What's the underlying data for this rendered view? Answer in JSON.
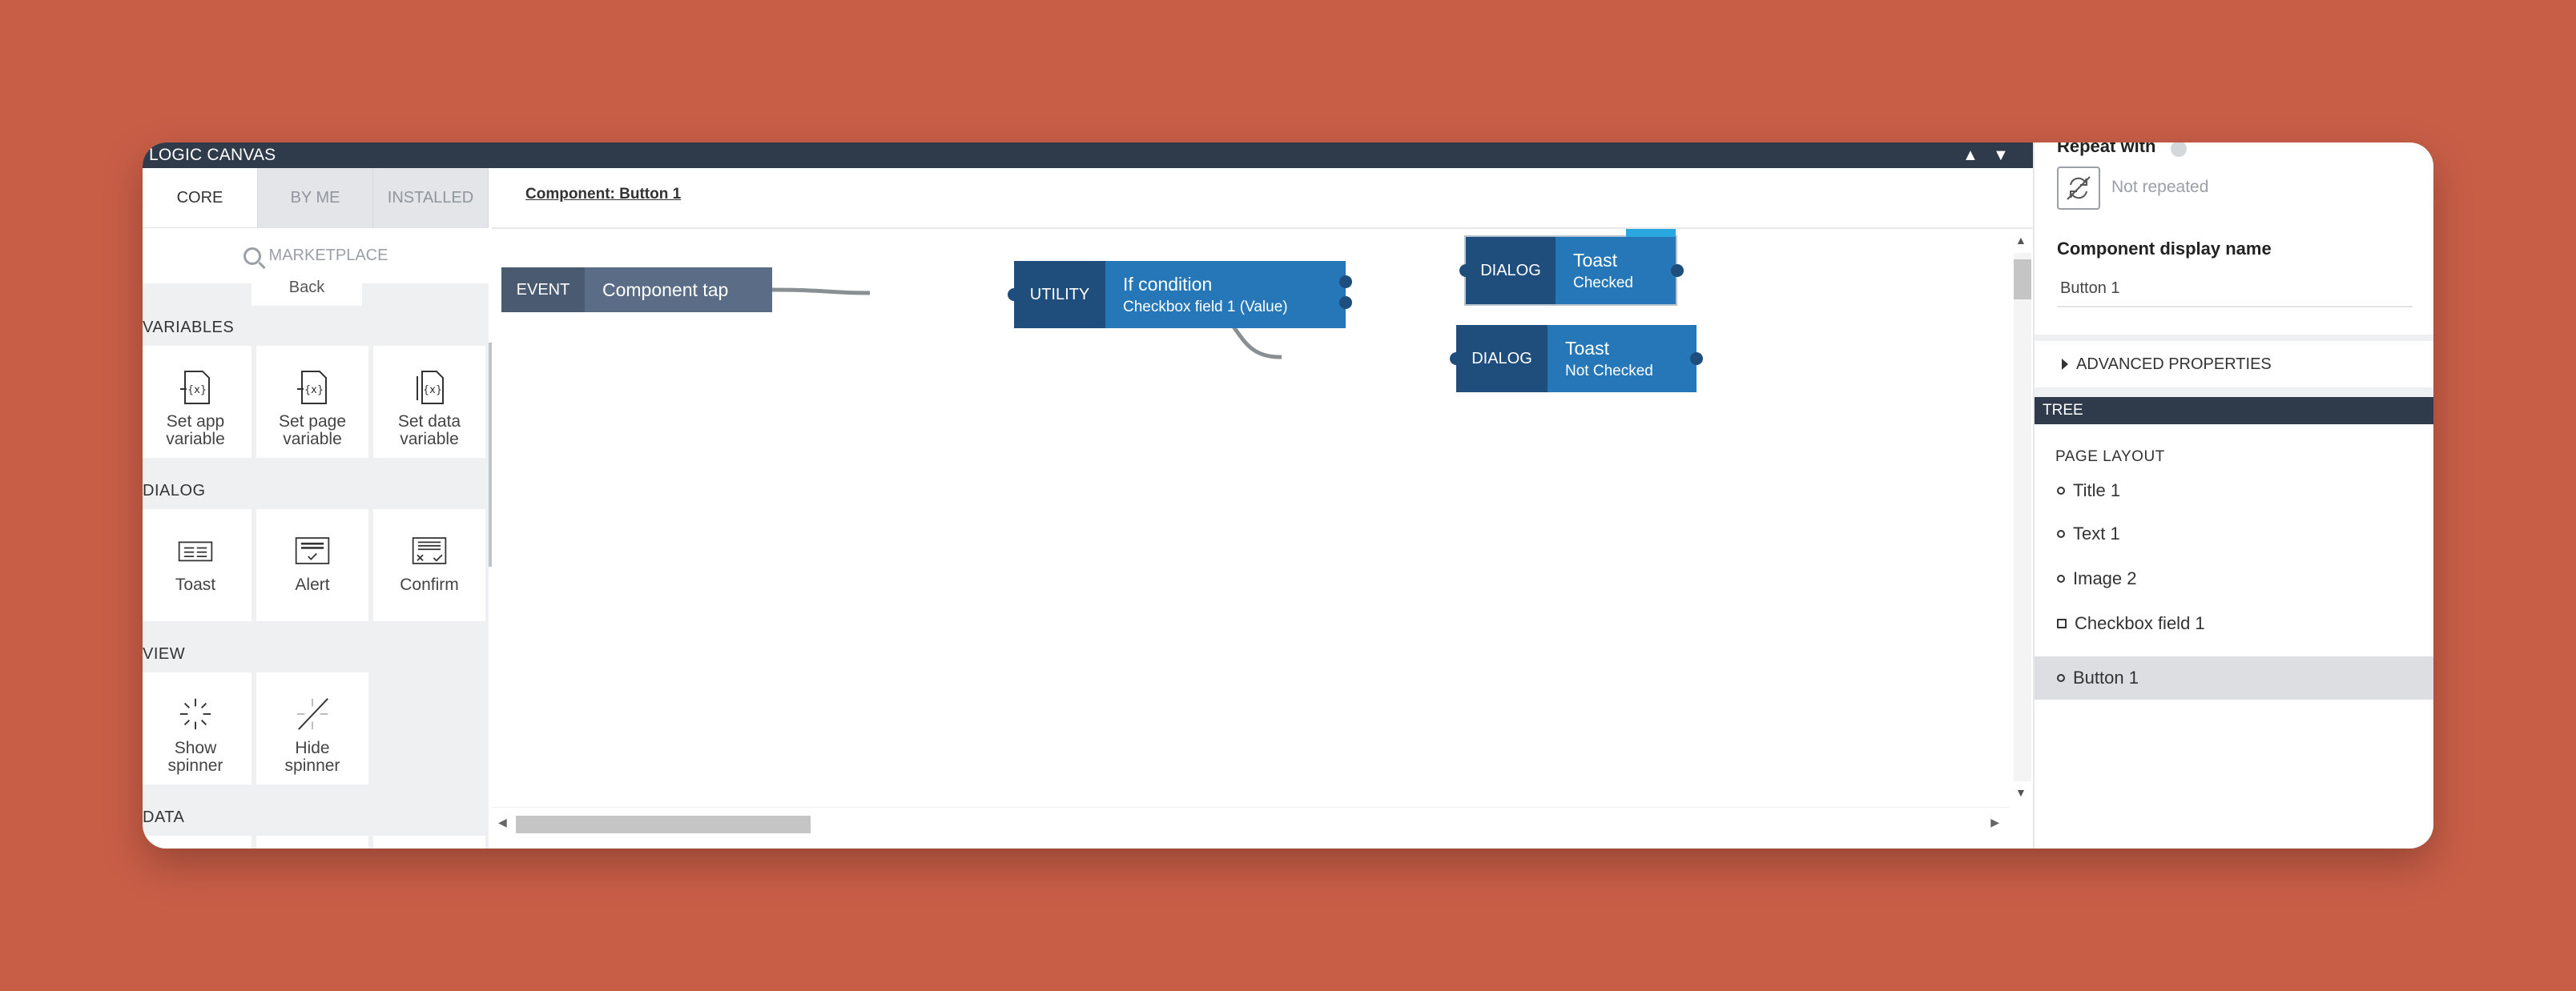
{
  "logic_canvas": {
    "title": "LOGIC CANVAS",
    "collapse_icon": "▲",
    "expand_icon": "▼"
  },
  "palette": {
    "tabs": [
      "CORE",
      "BY ME",
      "INSTALLED"
    ],
    "active_tab": "CORE",
    "marketplace_label": "MARKETPLACE",
    "partial_label": "Back",
    "sections": {
      "variables": {
        "label": "VARIABLES",
        "items": [
          "Set app variable",
          "Set page variable",
          "Set data variable"
        ]
      },
      "dialog": {
        "label": "DIALOG",
        "items": [
          "Toast",
          "Alert",
          "Confirm"
        ]
      },
      "view": {
        "label": "VIEW",
        "items": [
          "Show spinner",
          "Hide spinner"
        ]
      },
      "data": {
        "label": "DATA"
      }
    }
  },
  "canvas": {
    "component_label": "Component: Button 1",
    "nodes": {
      "event": {
        "type": "EVENT",
        "title": "Component tap"
      },
      "utility": {
        "type": "UTILITY",
        "title": "If condition",
        "subtitle": "Checkbox field 1 (Value)"
      },
      "toast_checked": {
        "type": "DIALOG",
        "title": "Toast",
        "subtitle": "Checked"
      },
      "toast_not_checked": {
        "type": "DIALOG",
        "title": "Toast",
        "subtitle": "Not Checked"
      }
    },
    "colors": {
      "event_type": "#4a5a71",
      "event_body": "#5b6d86",
      "node_type": "#1f4e7d",
      "node_body": "#2577b8",
      "connector": "#8a8f94"
    }
  },
  "properties": {
    "repeat_label": "Repeat with",
    "repeat_value": "Not repeated",
    "display_name_label": "Component display name",
    "display_name_value": "Button 1",
    "advanced_label": "ADVANCED PROPERTIES"
  },
  "tree": {
    "header": "TREE",
    "page_layout_label": "PAGE LAYOUT",
    "items": [
      {
        "label": "Title 1",
        "marker": "circle"
      },
      {
        "label": "Text 1",
        "marker": "circle"
      },
      {
        "label": "Image 2",
        "marker": "circle"
      },
      {
        "label": "Checkbox field 1",
        "marker": "square"
      },
      {
        "label": "Button 1",
        "marker": "circle",
        "selected": true
      }
    ]
  }
}
